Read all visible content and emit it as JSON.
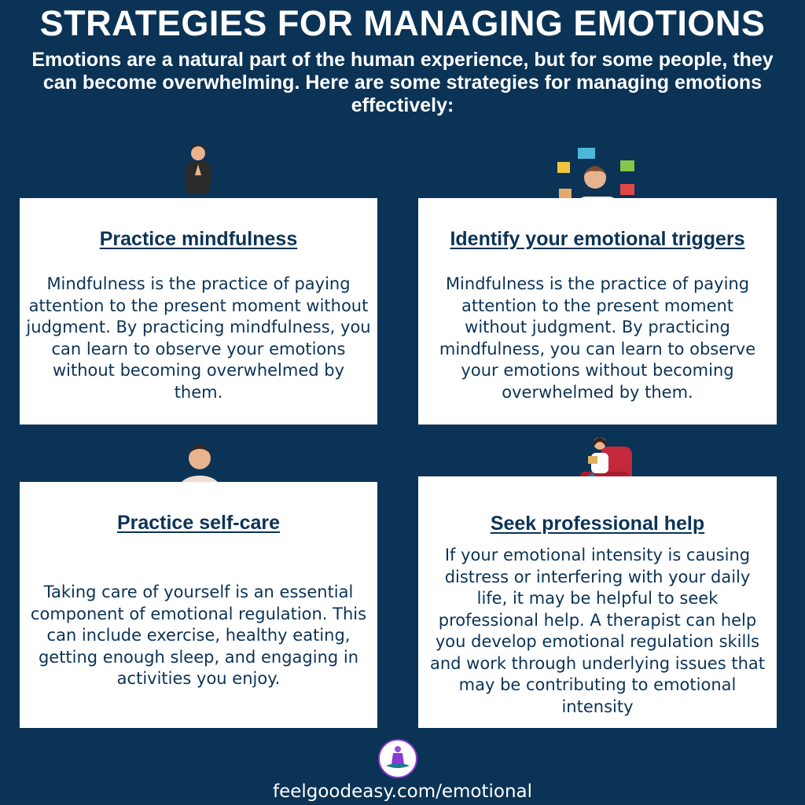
{
  "header": {
    "title": "STRATEGIES FOR MANAGING EMOTIONS",
    "intro": "Emotions are a natural part of the human experience, but for some people, they can become overwhelming. Here are some strategies for managing emotions effectively:"
  },
  "cards": [
    {
      "title": "Practice mindfulness",
      "body": "Mindfulness is the practice of paying attention to the present moment without judgment. By practicing mindfulness, you can learn to observe your emotions without becoming overwhelmed by them."
    },
    {
      "title": "Identify your emotional triggers",
      "body": "Mindfulness is the practice of paying attention to the present moment without judgment. By practicing mindfulness, you can learn to observe your emotions without becoming overwhelmed by them."
    },
    {
      "title": "Practice self-care",
      "body": "Taking care of yourself is an essential component of emotional regulation. This can include exercise, healthy eating, getting enough sleep, and engaging in activities you enjoy."
    },
    {
      "title": "Seek professional help",
      "body": "If your emotional intensity is causing distress or interfering with your daily life, it may be helpful to seek professional help. A therapist can help you develop emotional regulation skills and work through underlying issues that may be contributing to emotional intensity"
    }
  ],
  "footer": {
    "url": "feelgoodeasy.com/emotional"
  },
  "colors": {
    "background": "#0b3356",
    "card": "#ffffff",
    "text_dark": "#0b3356",
    "logo_accent": "#8a3ad6"
  }
}
